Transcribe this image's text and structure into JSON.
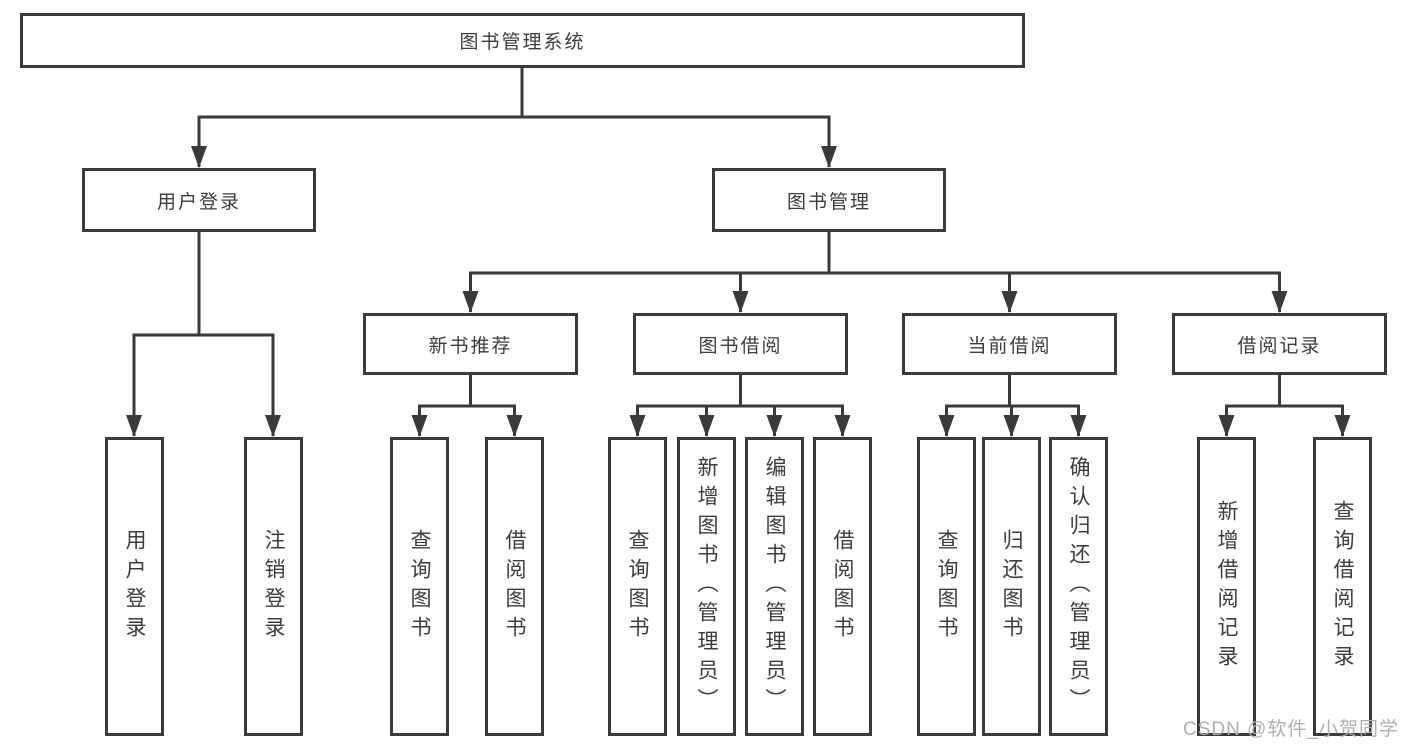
{
  "diagram": {
    "root": {
      "label": "图书管理系统"
    },
    "branches": [
      {
        "label": "用户登录",
        "children": [
          {
            "label": "用户登录"
          },
          {
            "label": "注销登录"
          }
        ]
      },
      {
        "label": "图书管理",
        "children": [
          {
            "label": "新书推荐",
            "children": [
              {
                "label": "查询图书"
              },
              {
                "label": "借阅图书"
              }
            ]
          },
          {
            "label": "图书借阅",
            "children": [
              {
                "label": "查询图书"
              },
              {
                "label": "新增图书（管理员）"
              },
              {
                "label": "编辑图书（管理员）"
              },
              {
                "label": "借阅图书"
              }
            ]
          },
          {
            "label": "当前借阅",
            "children": [
              {
                "label": "查询图书"
              },
              {
                "label": "归还图书"
              },
              {
                "label": "确认归还（管理员）"
              }
            ]
          },
          {
            "label": "借阅记录",
            "children": [
              {
                "label": "新增借阅记录"
              },
              {
                "label": "查询借阅记录"
              }
            ]
          }
        ]
      }
    ]
  },
  "watermark": {
    "text": "CSDN @软件_小贺同学"
  },
  "colors": {
    "line": "#3a3a3a",
    "text": "#3c3c3c",
    "watermark": "#aeaeae",
    "background": "#ffffff"
  }
}
